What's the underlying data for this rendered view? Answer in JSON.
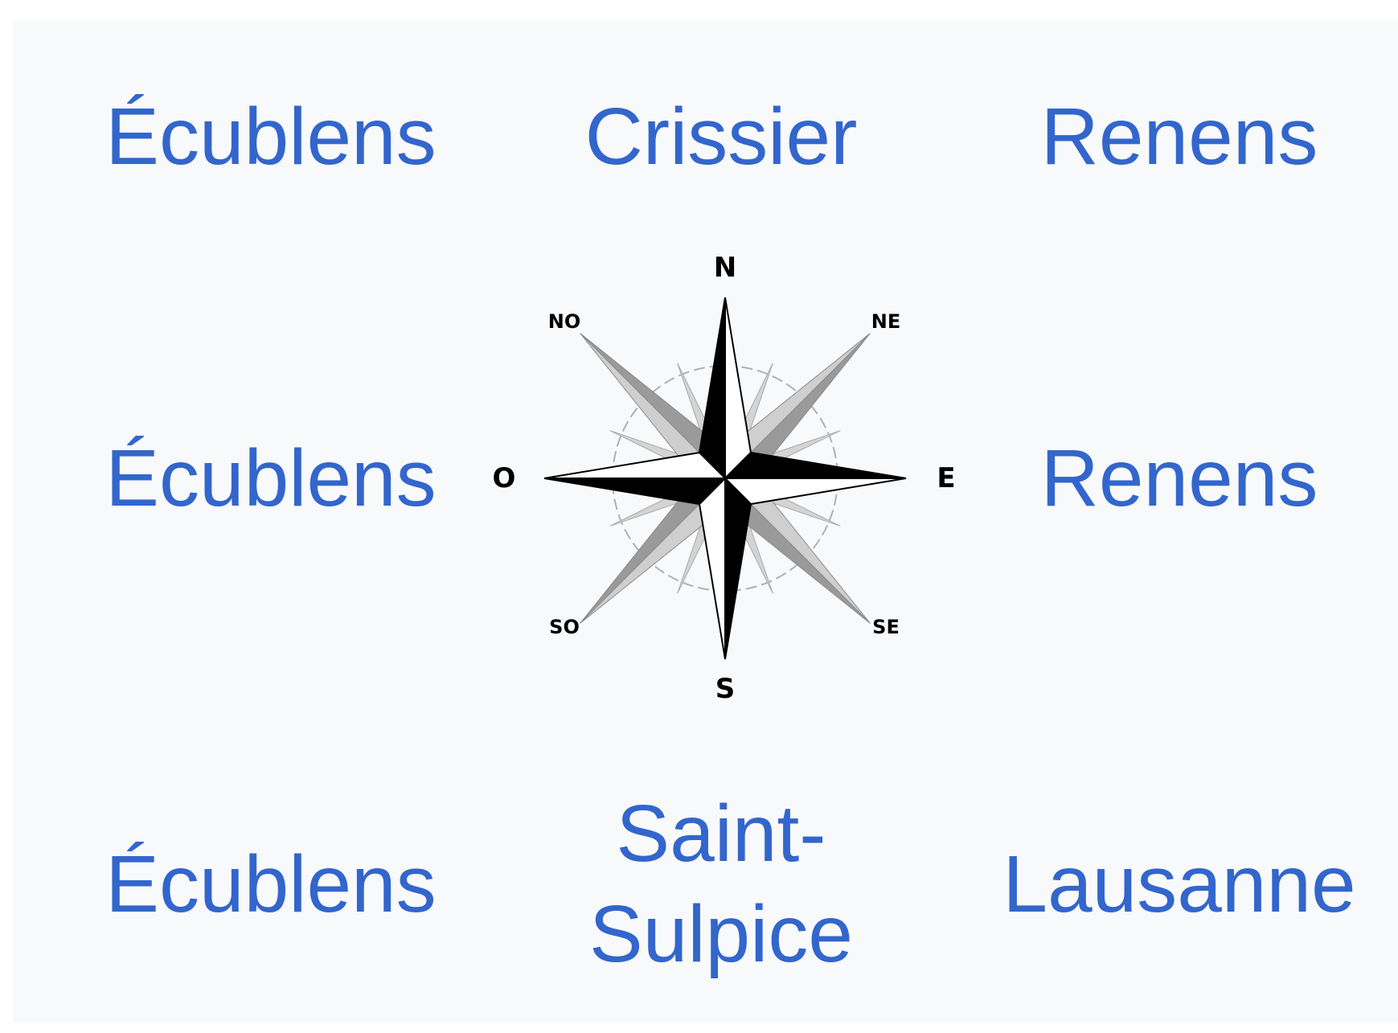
{
  "neighbors": {
    "north_west": "Écublens",
    "north": "Crissier",
    "north_east": "Renens",
    "west": "Écublens",
    "east": "Renens",
    "south_west": "Écublens",
    "south_line1": "Saint-",
    "south_line2": "Sulpice",
    "south_east": "Lausanne"
  },
  "compass": {
    "n": "N",
    "ne": "NE",
    "e": "E",
    "se": "SE",
    "s": "S",
    "so": "SO",
    "o": "O",
    "no": "NO"
  },
  "colors": {
    "link": "#3366cc",
    "background": "#f8f9fa"
  }
}
